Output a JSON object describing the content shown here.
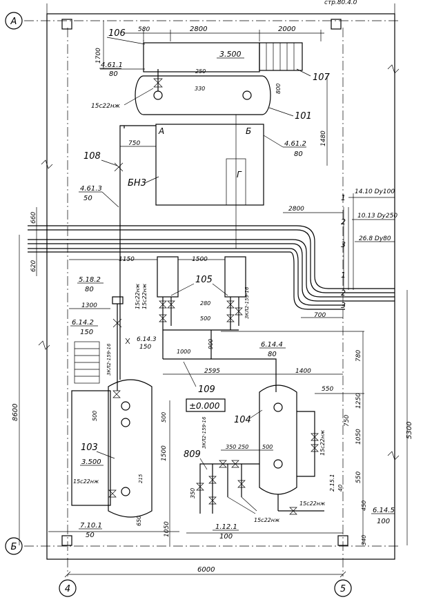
{
  "axes": {
    "row_a": "А",
    "row_b": "Б",
    "col_4": "4",
    "col_5": "5"
  },
  "equipment": {
    "e106": "106",
    "e107": "107",
    "e101": "101",
    "e108": "108",
    "e105": "105",
    "e109": "109",
    "e104": "104",
    "e103": "103",
    "e809": "809",
    "bin": "БН3",
    "tank_a": "А",
    "tank_b": "Б",
    "tank_g": "Г"
  },
  "elevations": {
    "el_top": "3.500",
    "el_103": "3.500",
    "el_zero": "±0.000"
  },
  "dimensions": {
    "d_580": "580",
    "d_2800a": "2800",
    "d_2000": "2000",
    "d_1700": "1700",
    "d_250": "250",
    "d_330": "330",
    "d_800": "800",
    "d_1480": "1480",
    "d_750": "750",
    "d_2800b": "2800",
    "d_660": "660",
    "d_620": "620",
    "d_1150": "1150",
    "d_1500": "1500",
    "d_1300": "1300",
    "d_280": "280",
    "d_500a": "500",
    "d_700a": "700",
    "d_1000": "1000",
    "d_900": "900",
    "d_780": "780",
    "d_2595": "2595",
    "d_1400": "1400",
    "d_1250": "1250",
    "d_550a": "550",
    "d_750b": "750",
    "d_1050": "1050",
    "d_500b": "500",
    "d_500c": "500",
    "d_1500b": "1500",
    "d_215": "215",
    "d_650": "650",
    "d_1050b": "1050",
    "d_550b": "550",
    "d_450": "450",
    "d_350": "350",
    "d_8600": "8600",
    "d_5300": "5300",
    "d_6000": "6000",
    "d_350b": "350",
    "d_250b": "250",
    "d_500d": "500",
    "d_340": "340"
  },
  "line_marks": {
    "m461_1_top": "4.61.1",
    "m461_1_bot": "80",
    "m461_2_top": "4.61.2",
    "m461_2_bot": "80",
    "m461_3_top": "4.61.3",
    "m461_3_bot": "50",
    "m518_2_top": "5.18.2",
    "m518_2_bot": "80",
    "m614_2_top": "6.14.2",
    "m614_2_bot": "150",
    "m614_3_top": "6.14.3",
    "m614_3_bot": "150",
    "m614_4_top": "6.14.4",
    "m614_4_bot": "80",
    "m614_5_top": "6.14.5",
    "m614_5_bot": "100",
    "m710_1_top": "7.10.1",
    "m710_1_bot": "50",
    "m112_1_top": "1.12.1",
    "m112_1_bot": "100",
    "m215_1_top": "2.15.1",
    "m215_1_bot": "40"
  },
  "pipes": {
    "p1": "14.10 Dу100",
    "p2": "10.13 Dу250",
    "p3": "26.8 Dу80",
    "n1": "1",
    "n2": "2",
    "n3": "3",
    "n1b": "1",
    "n2b": "2",
    "n3b": "3"
  },
  "valve_marks": {
    "v15c_a": "15с22нж",
    "v15c_b": "15с22нж",
    "v15c_c": "15с22нж",
    "v15c_d": "15с22нж",
    "v15c_e": "15с22нж",
    "v15c_f": "15с22нж",
    "v15c_g": "15с22нж",
    "v3kr_a": "3КЛ2-159-16",
    "v3kr_b": "3КЛ2-159-16",
    "v3kr_c": "3КЛ2-159-16"
  },
  "corner": "стр.80.4.0"
}
